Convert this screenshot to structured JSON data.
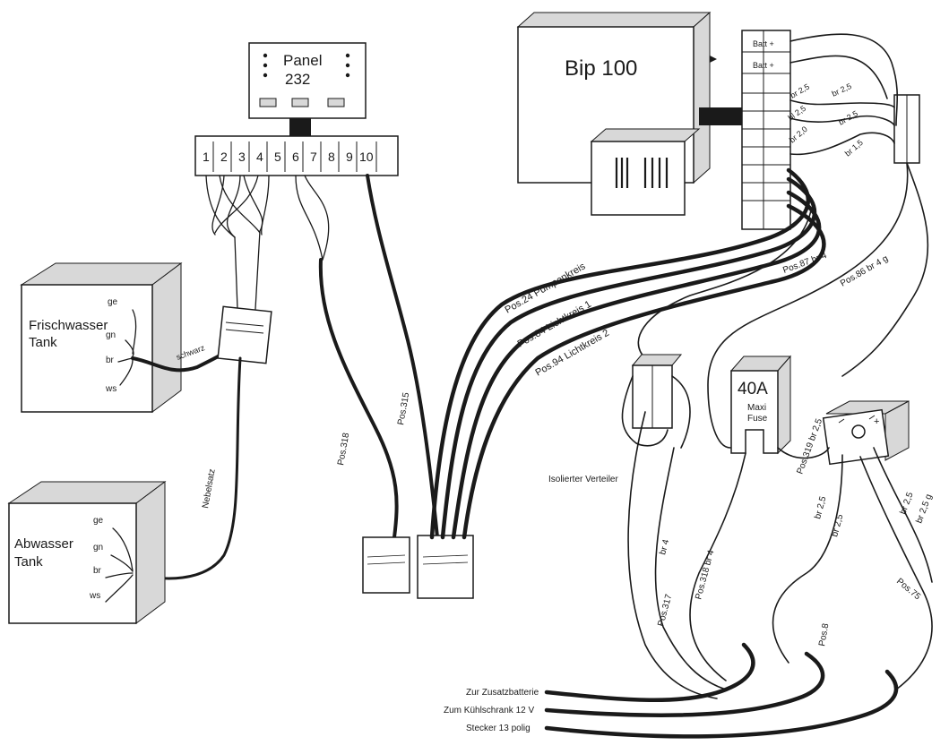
{
  "panel": {
    "title": "Panel",
    "number": "232"
  },
  "terminal_block": {
    "terminals": [
      "1",
      "2",
      "3",
      "4",
      "5",
      "6",
      "7",
      "8",
      "9",
      "10"
    ]
  },
  "bip": {
    "label": "Bip 100",
    "batt_plus_1": "Batt +",
    "batt_plus_2": "Batt +"
  },
  "tanks": {
    "fresh": {
      "line1": "Frischwasser",
      "line2": "Tank"
    },
    "waste": {
      "line1": "Abwasser",
      "line2": "Tank"
    },
    "wire_colors": [
      "ge",
      "gn",
      "br",
      "ws"
    ]
  },
  "fuse": {
    "rating": "40A",
    "line1": "Maxi",
    "line2": "Fuse"
  },
  "labels": {
    "schwarz": "schwarz",
    "nebelsatz": "Nebelsatz",
    "isolierter_verteiler": "Isolierter Verteiler",
    "pos24": "Pos.24 Pumpenkreis",
    "pos84": "Pos.84 Lichtkreis 1",
    "pos94": "Pos.94 Lichtkreis 2",
    "pos318a": "Pos.318",
    "pos315": "Pos.315",
    "pos87": "Pos.87 br 4",
    "pos86": "Pos.86 br 4 g",
    "pos317": "Pos.317",
    "pos318b": "Pos.318 br 4",
    "pos319": "Pos.319 br 2,5",
    "pos8": "Pos.8",
    "pos75": "Pos.75",
    "br25a": "br 2,5",
    "br25b": "br 2,5",
    "br15": "br 1,5",
    "br20": "br 2,0",
    "bl25": "bl 2,5",
    "br4a": "br 4",
    "br25c": "br 2,5",
    "br25d": "br 2,5",
    "br25e": "br 2,5",
    "br25f": "br 2,5 g"
  },
  "bottom_outputs": {
    "zusatzbatterie": "Zur Zusatzbatterie",
    "kuehlschrank": "Zum Kühlschrank 12 V",
    "stecker": "Stecker 13 polig"
  }
}
